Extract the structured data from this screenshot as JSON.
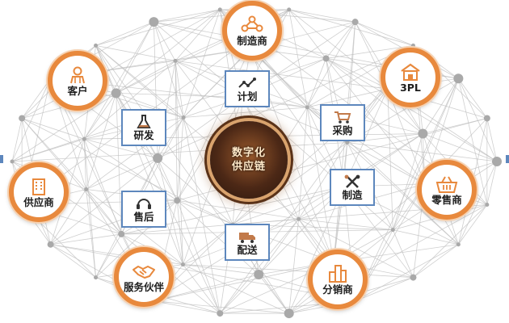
{
  "center": {
    "line1": "数字化",
    "line2": "供应链"
  },
  "outer_nodes": [
    {
      "key": "manufacturer",
      "label": "制造商",
      "icon": "network-nodes-icon"
    },
    {
      "key": "3pl",
      "label": "3PL",
      "icon": "warehouse-icon"
    },
    {
      "key": "retailer",
      "label": "零售商",
      "icon": "basket-icon"
    },
    {
      "key": "distributor",
      "label": "分销商",
      "icon": "buildings-icon"
    },
    {
      "key": "service-partner",
      "label": "服务伙伴",
      "icon": "handshake-icon"
    },
    {
      "key": "supplier",
      "label": "供应商",
      "icon": "office-building-icon"
    },
    {
      "key": "customer",
      "label": "客户",
      "icon": "person-icon"
    }
  ],
  "inner_boxes": [
    {
      "key": "plan",
      "label": "计划",
      "icon": "line-chart-icon"
    },
    {
      "key": "procure",
      "label": "采购",
      "icon": "cart-icon"
    },
    {
      "key": "make",
      "label": "制造",
      "icon": "tools-icon"
    },
    {
      "key": "deliver",
      "label": "配送",
      "icon": "truck-icon"
    },
    {
      "key": "after-sales",
      "label": "售后",
      "icon": "headset-icon"
    },
    {
      "key": "rnd",
      "label": "研发",
      "icon": "flask-icon"
    }
  ],
  "colors": {
    "outer_ring": "#e8893d",
    "box_border": "#5d87bd",
    "network_line": "#bfbfbf",
    "network_node": "#a9a9a9"
  }
}
